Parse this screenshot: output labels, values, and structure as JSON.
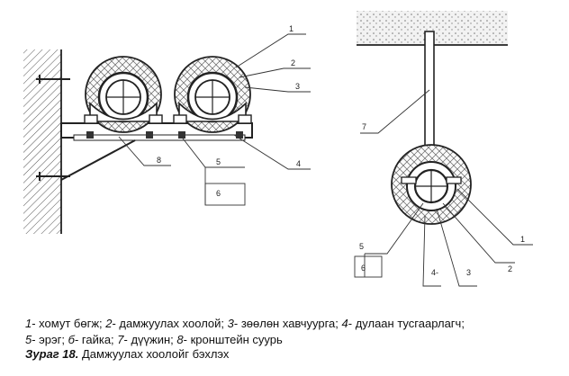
{
  "figure": {
    "left_labels": [
      "1",
      "2",
      "3",
      "4",
      "5",
      "6",
      "8"
    ],
    "right_labels": [
      "7",
      "5",
      "6",
      "4-",
      "3",
      "2",
      "1"
    ]
  },
  "caption": {
    "line1": [
      {
        "n": "1",
        "t": "- хомут бөгж; "
      },
      {
        "n": "2",
        "t": "- дамжуулах хоолой; "
      },
      {
        "n": "3",
        "t": "- зөөлөн хавчуурга; "
      },
      {
        "n": "4",
        "t": "- дулаан тусгаарлагч;"
      }
    ],
    "line2": [
      {
        "n": "5",
        "t": "- эрэг; "
      },
      {
        "n": "б",
        "t": "- гайка; "
      },
      {
        "n": "7",
        "t": "- дүүжин; "
      },
      {
        "n": "8",
        "t": "- кронштейн суурь"
      }
    ],
    "title_lead": "Зураг 18.",
    "title_text": " Дамжуулах хоолойг бэхлэх"
  }
}
